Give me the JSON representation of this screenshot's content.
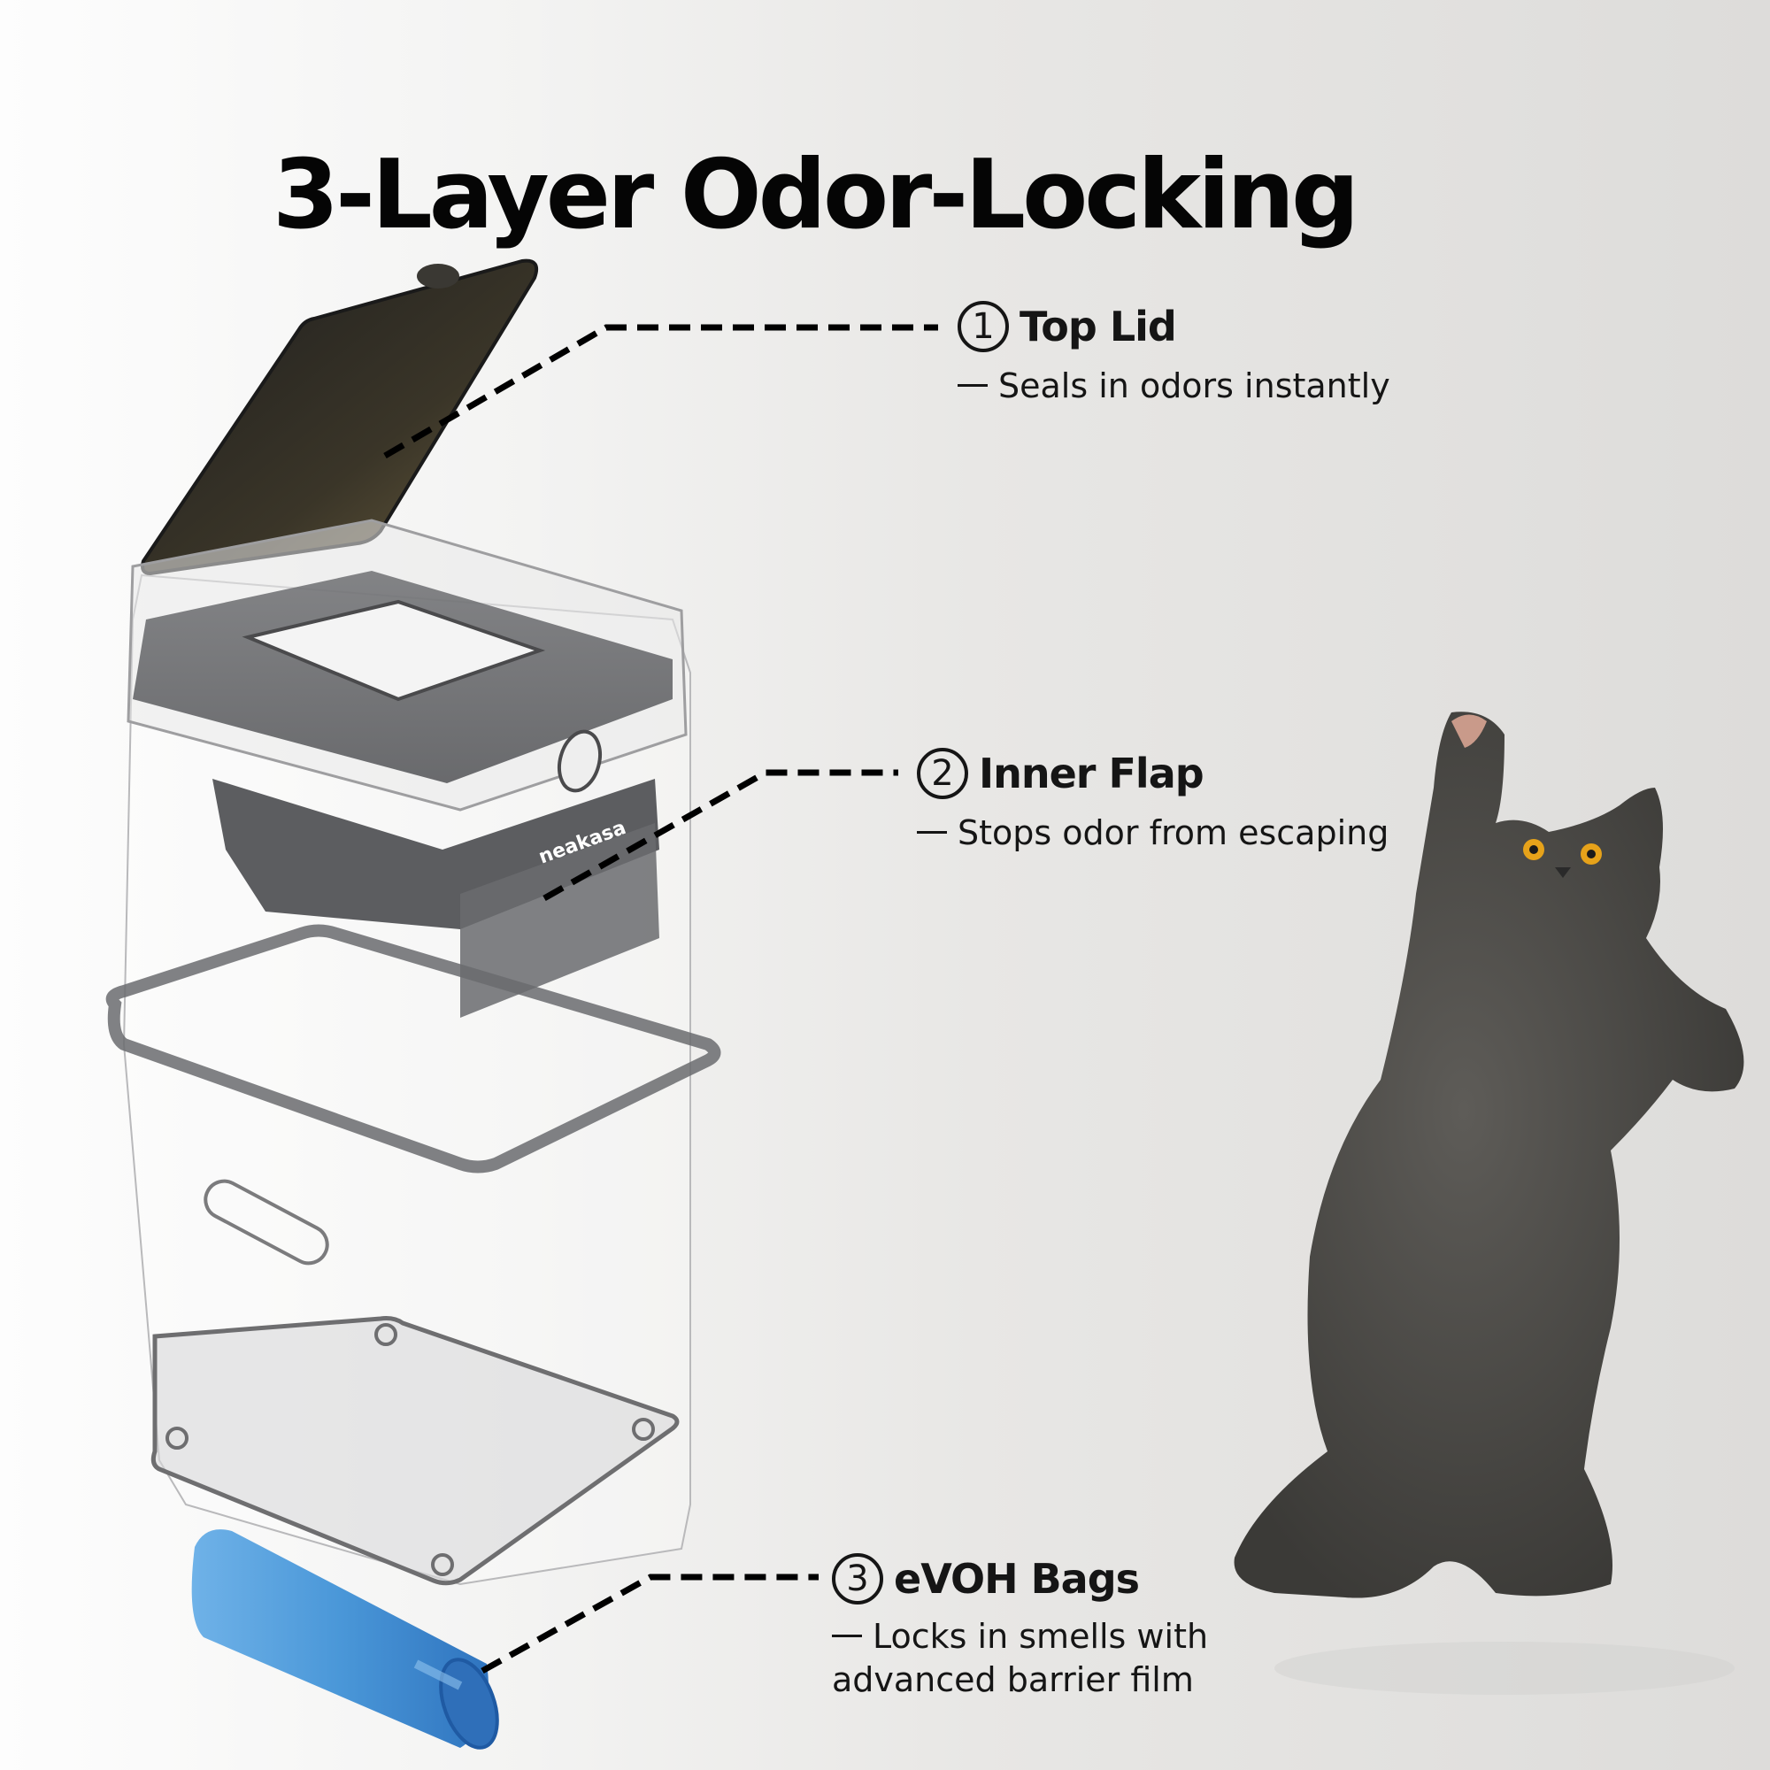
{
  "title": "3-Layer Odor-Locking",
  "brand": {
    "logo_text": "neakasa",
    "accent_bag_color": "#4a97d8",
    "lid_color": "#2a2a2a",
    "bin_frame_color": "#5e5f62"
  },
  "callouts": [
    {
      "number": "1",
      "label": "Top Lid",
      "description": "Seals in odors instantly"
    },
    {
      "number": "2",
      "label": "Inner Flap",
      "description": "Stops odor from escaping"
    },
    {
      "number": "3",
      "label": "eVOH Bags",
      "description_line1": "Locks in smells with",
      "description_line2": "advanced barrier film"
    }
  ],
  "images": {
    "product": "exploded-view-litter-waste-bin",
    "bag_roll": "blue-evoh-bag-roll",
    "cat": "grey-cat-standing-pawing"
  }
}
